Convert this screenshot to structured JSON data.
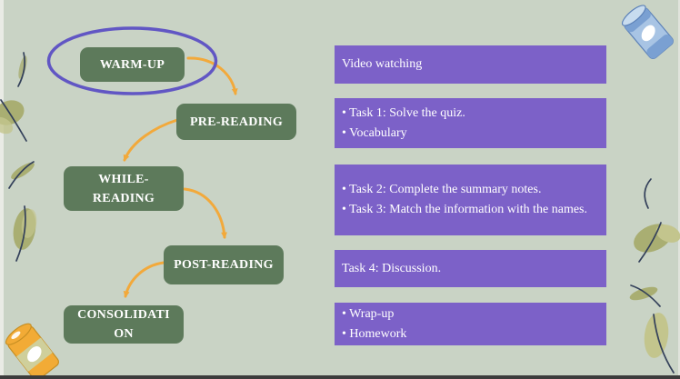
{
  "colors": {
    "background": "#c9d3c5",
    "stage_box_green": "#5d7a5b",
    "task_box_purple": "#7c61c8",
    "ellipse_purple": "#6156c4",
    "arrow_orange": "#f2a93b",
    "text_white": "#ffffff",
    "leaf_olive": "#a9ae72",
    "leaf_light": "#c3c58d",
    "stem_navy": "#33405a",
    "can_blue": "#a8c4e4",
    "can_orange": "#f2ab36"
  },
  "stages": [
    {
      "label": "WARM-UP",
      "lines": [
        "WARM-UP"
      ],
      "highlighted": true
    },
    {
      "label": "PRE-READING",
      "lines": [
        "PRE-READING"
      ],
      "highlighted": false
    },
    {
      "label": "WHILE-READING",
      "lines": [
        "WHILE-",
        "READING"
      ],
      "highlighted": false
    },
    {
      "label": "POST-READING",
      "lines": [
        "POST-READING"
      ],
      "highlighted": false
    },
    {
      "label": "CONSOLIDATION",
      "lines": [
        "CONSOLIDATI",
        "ON"
      ],
      "highlighted": false
    }
  ],
  "tasks": [
    {
      "stage": "WARM-UP",
      "lines": [
        "Video watching"
      ]
    },
    {
      "stage": "PRE-READING",
      "lines": [
        "• Task 1: Solve the quiz.",
        "• Vocabulary"
      ]
    },
    {
      "stage": "WHILE-READING",
      "lines": [
        "• Task 2: Complete the summary notes.",
        "• Task 3: Match the information with the names."
      ]
    },
    {
      "stage": "POST-READING",
      "lines": [
        "Task 4: Discussion."
      ]
    },
    {
      "stage": "CONSOLIDATION",
      "lines": [
        "• Wrap-up",
        "• Homework"
      ]
    }
  ],
  "decorations": {
    "top_right": "blue-can",
    "bottom_left": "orange-can",
    "sides": "olive-leaves-and-stems"
  }
}
